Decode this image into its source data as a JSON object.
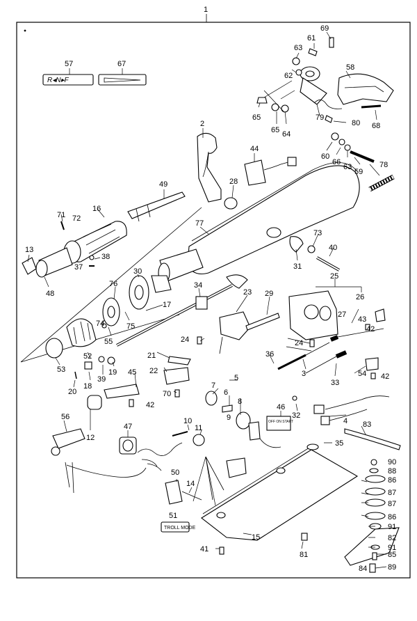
{
  "diagram": {
    "assembly_number": "1",
    "decals": {
      "shift_decal_text": "R◂N▸F",
      "troll_mode_text": "TROLL MODE",
      "switch_plate_text": "OFF ON START"
    },
    "callouts": [
      {
        "id": "c57",
        "text": "57"
      },
      {
        "id": "c67",
        "text": "67"
      },
      {
        "id": "c61",
        "text": "61"
      },
      {
        "id": "c69",
        "text": "69"
      },
      {
        "id": "c63a",
        "text": "63"
      },
      {
        "id": "c62",
        "text": "62"
      },
      {
        "id": "c58",
        "text": "58"
      },
      {
        "id": "c65a",
        "text": "65"
      },
      {
        "id": "c65b",
        "text": "65"
      },
      {
        "id": "c64",
        "text": "64"
      },
      {
        "id": "c79",
        "text": "79"
      },
      {
        "id": "c80",
        "text": "80"
      },
      {
        "id": "c68",
        "text": "68"
      },
      {
        "id": "c2",
        "text": "2"
      },
      {
        "id": "c44",
        "text": "44"
      },
      {
        "id": "c60",
        "text": "60"
      },
      {
        "id": "c66",
        "text": "66"
      },
      {
        "id": "c63b",
        "text": "63"
      },
      {
        "id": "c59",
        "text": "59"
      },
      {
        "id": "c78",
        "text": "78"
      },
      {
        "id": "c49",
        "text": "49"
      },
      {
        "id": "c28",
        "text": "28"
      },
      {
        "id": "c71",
        "text": "71"
      },
      {
        "id": "c72",
        "text": "72"
      },
      {
        "id": "c16",
        "text": "16"
      },
      {
        "id": "c77",
        "text": "77"
      },
      {
        "id": "c73",
        "text": "73"
      },
      {
        "id": "c40",
        "text": "40"
      },
      {
        "id": "c13",
        "text": "13"
      },
      {
        "id": "c38",
        "text": "38"
      },
      {
        "id": "c37",
        "text": "37"
      },
      {
        "id": "c31",
        "text": "31"
      },
      {
        "id": "c48",
        "text": "48"
      },
      {
        "id": "c30",
        "text": "30"
      },
      {
        "id": "c25",
        "text": "25"
      },
      {
        "id": "c76",
        "text": "76"
      },
      {
        "id": "c34",
        "text": "34"
      },
      {
        "id": "c23",
        "text": "23"
      },
      {
        "id": "c29",
        "text": "29"
      },
      {
        "id": "c26",
        "text": "26"
      },
      {
        "id": "c17",
        "text": "17"
      },
      {
        "id": "c27",
        "text": "27"
      },
      {
        "id": "c74",
        "text": "74"
      },
      {
        "id": "c75",
        "text": "75"
      },
      {
        "id": "c43",
        "text": "43"
      },
      {
        "id": "c42a",
        "text": "42"
      },
      {
        "id": "c55",
        "text": "55"
      },
      {
        "id": "c24a",
        "text": "24"
      },
      {
        "id": "c24b",
        "text": "24"
      },
      {
        "id": "c52",
        "text": "52"
      },
      {
        "id": "c21",
        "text": "21"
      },
      {
        "id": "c36",
        "text": "36"
      },
      {
        "id": "c53",
        "text": "53"
      },
      {
        "id": "c19",
        "text": "19"
      },
      {
        "id": "c39",
        "text": "39"
      },
      {
        "id": "c3",
        "text": "3"
      },
      {
        "id": "c54",
        "text": "54"
      },
      {
        "id": "c42b",
        "text": "42"
      },
      {
        "id": "c22",
        "text": "22"
      },
      {
        "id": "c45",
        "text": "45"
      },
      {
        "id": "c18",
        "text": "18"
      },
      {
        "id": "c20",
        "text": "20"
      },
      {
        "id": "c5",
        "text": "5"
      },
      {
        "id": "c33",
        "text": "33"
      },
      {
        "id": "c7",
        "text": "7"
      },
      {
        "id": "c6",
        "text": "6"
      },
      {
        "id": "c70",
        "text": "70"
      },
      {
        "id": "c42c",
        "text": "42"
      },
      {
        "id": "c8",
        "text": "8"
      },
      {
        "id": "c9",
        "text": "9"
      },
      {
        "id": "c46",
        "text": "46"
      },
      {
        "id": "c32",
        "text": "32"
      },
      {
        "id": "c4",
        "text": "4"
      },
      {
        "id": "c56",
        "text": "56"
      },
      {
        "id": "c47",
        "text": "47"
      },
      {
        "id": "c10",
        "text": "10"
      },
      {
        "id": "c11",
        "text": "11"
      },
      {
        "id": "c83",
        "text": "83"
      },
      {
        "id": "c12",
        "text": "12"
      },
      {
        "id": "c35",
        "text": "35"
      },
      {
        "id": "c90",
        "text": "90"
      },
      {
        "id": "c88",
        "text": "88"
      },
      {
        "id": "c86a",
        "text": "86"
      },
      {
        "id": "c50",
        "text": "50"
      },
      {
        "id": "c87a",
        "text": "87"
      },
      {
        "id": "c14",
        "text": "14"
      },
      {
        "id": "c87b",
        "text": "87"
      },
      {
        "id": "c86b",
        "text": "86"
      },
      {
        "id": "c51",
        "text": "51"
      },
      {
        "id": "c91a",
        "text": "91"
      },
      {
        "id": "c82",
        "text": "82"
      },
      {
        "id": "c15",
        "text": "15"
      },
      {
        "id": "c91b",
        "text": "91"
      },
      {
        "id": "c41",
        "text": "41"
      },
      {
        "id": "c81",
        "text": "81"
      },
      {
        "id": "c85",
        "text": "85"
      },
      {
        "id": "c84",
        "text": "84"
      },
      {
        "id": "c89",
        "text": "89"
      }
    ]
  }
}
